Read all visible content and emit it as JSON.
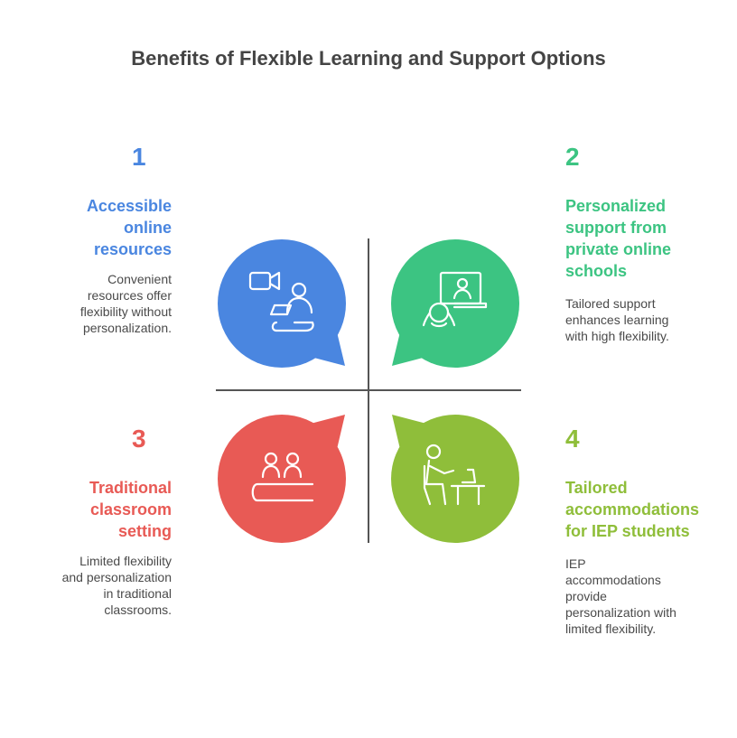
{
  "title": "Benefits of Flexible Learning and Support Options",
  "colors": {
    "q1": "#4a86e0",
    "q2": "#3cc482",
    "q3": "#e85a55",
    "q4": "#8fbe3a",
    "axis": "#555555",
    "title": "#444444",
    "text": "#4a4a4a"
  },
  "quadrants": [
    {
      "number": "1",
      "heading_lines": [
        "Accessible",
        "online",
        "resources"
      ],
      "desc_lines": [
        "Convenient",
        "resources offer",
        "flexibility without",
        "personalization."
      ],
      "icon": "video-learner-icon"
    },
    {
      "number": "2",
      "heading_lines": [
        "Personalized",
        "support from",
        "private online",
        "schools"
      ],
      "desc_lines": [
        "Tailored support",
        "enhances learning",
        "with high flexibility."
      ],
      "icon": "online-tutor-icon"
    },
    {
      "number": "3",
      "heading_lines": [
        "Traditional",
        "classroom",
        "setting"
      ],
      "desc_lines": [
        "Limited flexibility",
        "and personalization",
        "in traditional",
        "classrooms."
      ],
      "icon": "classroom-icon"
    },
    {
      "number": "4",
      "heading_lines": [
        "Tailored",
        "accommodations",
        "for IEP students"
      ],
      "desc_lines": [
        "IEP",
        "accommodations",
        "provide",
        "personalization with",
        "limited flexibility."
      ],
      "icon": "student-desk-icon"
    }
  ]
}
